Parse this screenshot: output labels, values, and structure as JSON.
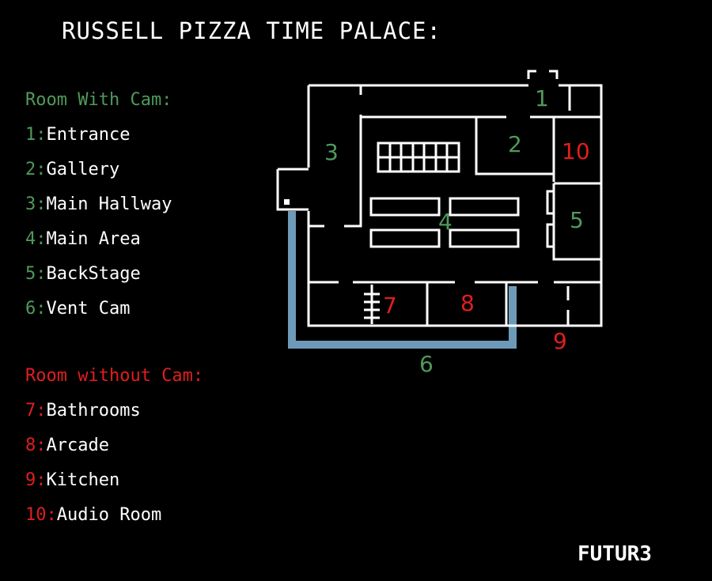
{
  "title": "RUSSELL PIZZA TIME PALACE:",
  "colors": {
    "cam": "#4f9a5b",
    "no_cam": "#e01e1e",
    "vent": "#6d9ab8",
    "walls": "#ffffff",
    "background": "#000000"
  },
  "with_cam": {
    "heading": "Room With Cam:",
    "rooms": [
      {
        "num": "1:",
        "name": "Entrance"
      },
      {
        "num": "2:",
        "name": "Gallery"
      },
      {
        "num": "3:",
        "name": "Main Hallway"
      },
      {
        "num": "4:",
        "name": "Main Area"
      },
      {
        "num": "5:",
        "name": "BackStage"
      },
      {
        "num": "6:",
        "name": "Vent Cam"
      }
    ]
  },
  "without_cam": {
    "heading": "Room without Cam:",
    "rooms": [
      {
        "num": "7:",
        "name": "Bathrooms"
      },
      {
        "num": "8:",
        "name": "Arcade"
      },
      {
        "num": "9:",
        "name": "Kitchen"
      },
      {
        "num": "10:",
        "name": "Audio Room"
      }
    ]
  },
  "map_labels": {
    "entrance": "1",
    "gallery": "2",
    "main_hallway": "3",
    "main_area": "4",
    "backstage": "5",
    "vent": "6",
    "bathrooms": "7",
    "arcade": "8",
    "kitchen": "9",
    "audio_room": "10"
  },
  "brand": "FUTUR3"
}
